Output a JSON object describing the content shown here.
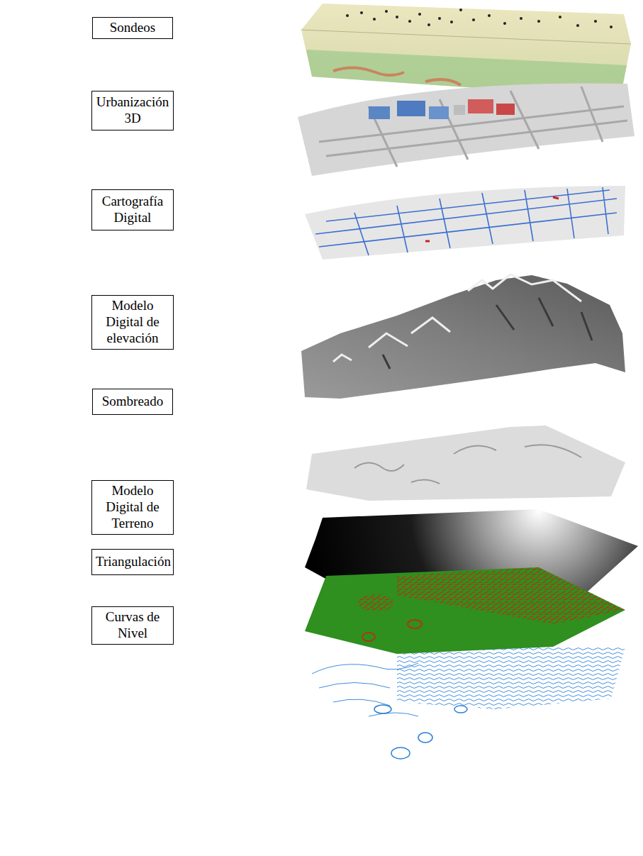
{
  "diagram": {
    "nodes": [
      {
        "text": [
          "Sondeos"
        ]
      },
      {
        "text": [
          "Urbanización 3D"
        ]
      },
      {
        "text": [
          "Cartografía Digital"
        ]
      },
      {
        "text": [
          "Modelo Digital de elevación"
        ]
      },
      {
        "text": [
          "Sombreado"
        ]
      },
      {
        "text": [
          "Modelo Digital de Terreno"
        ]
      },
      {
        "text": [
          "Triangulación"
        ]
      },
      {
        "text": [
          "Curvas de Nivel"
        ]
      }
    ]
  }
}
